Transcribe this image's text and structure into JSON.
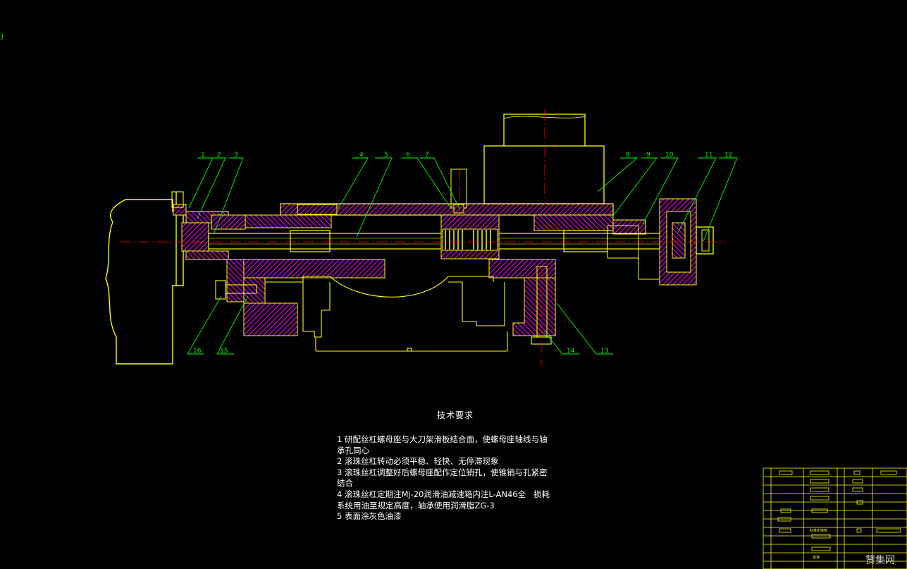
{
  "drawing": {
    "callouts": [
      "1",
      "2",
      "3",
      "4",
      "5",
      "6",
      "7",
      "8",
      "9",
      "10",
      "11",
      "12",
      "13",
      "14",
      "15",
      "16"
    ],
    "corner_mark": "}"
  },
  "notes": {
    "title": "技术要求",
    "lines": [
      "1 研配丝杠螺母座与大刀架滑板结合面，使螺母座轴线与轴",
      "承孔同心",
      "2 滚珠丝杠转动必须平稳、轻快、无停滞现象",
      "3 滚珠丝杠调整好后螺母座配作定位销孔，使锥销与孔紧密",
      "结合",
      "4 滚珠丝杠定期注Mj-20润滑油减速箱内注L-AN46全   损耗",
      "系统用油至规定高度，轴承使用润滑脂ZG-3",
      "5 表面涂灰色油漆"
    ]
  },
  "title_block": {
    "label_a": "标准化审核",
    "label_b": "批准"
  },
  "watermark": "赞集网",
  "colors": {
    "background": "#000000",
    "outline": "#ffff00",
    "hatch": "#ff00ff",
    "leader": "#00ff00",
    "centerline": "#ff0000",
    "text": "#ffffff"
  }
}
